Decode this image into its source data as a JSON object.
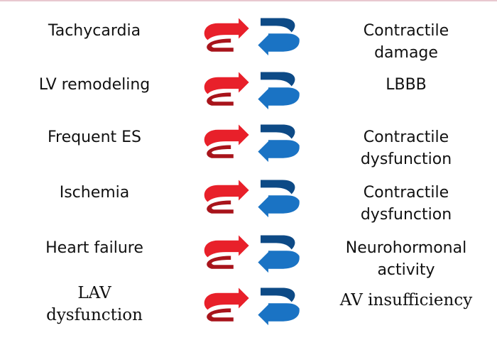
{
  "rows": [
    {
      "left": [
        "Tachycardia"
      ],
      "right": [
        "Contractile",
        "damage"
      ],
      "serif": false
    },
    {
      "left": [
        "LV remodeling"
      ],
      "right": [
        "LBBB"
      ],
      "serif": false
    },
    {
      "left": [
        "Frequent ES"
      ],
      "right": [
        "Contractile",
        "dysfunction"
      ],
      "serif": false
    },
    {
      "left": [
        "Ischemia"
      ],
      "right": [
        "Contractile",
        "dysfunction"
      ],
      "serif": false
    },
    {
      "left": [
        "Heart failure"
      ],
      "right": [
        "Neurohormonal",
        "activity"
      ],
      "serif": false
    },
    {
      "left": [
        "LAV",
        "dysfunction"
      ],
      "right": [
        "AV insufficiency"
      ],
      "serif": true
    }
  ],
  "colors": {
    "red_arrow": "#e8202a",
    "red_arrow_dark": "#a8141b",
    "blue_arrow": "#1a73c4",
    "blue_arrow_dark": "#0d4a86"
  }
}
